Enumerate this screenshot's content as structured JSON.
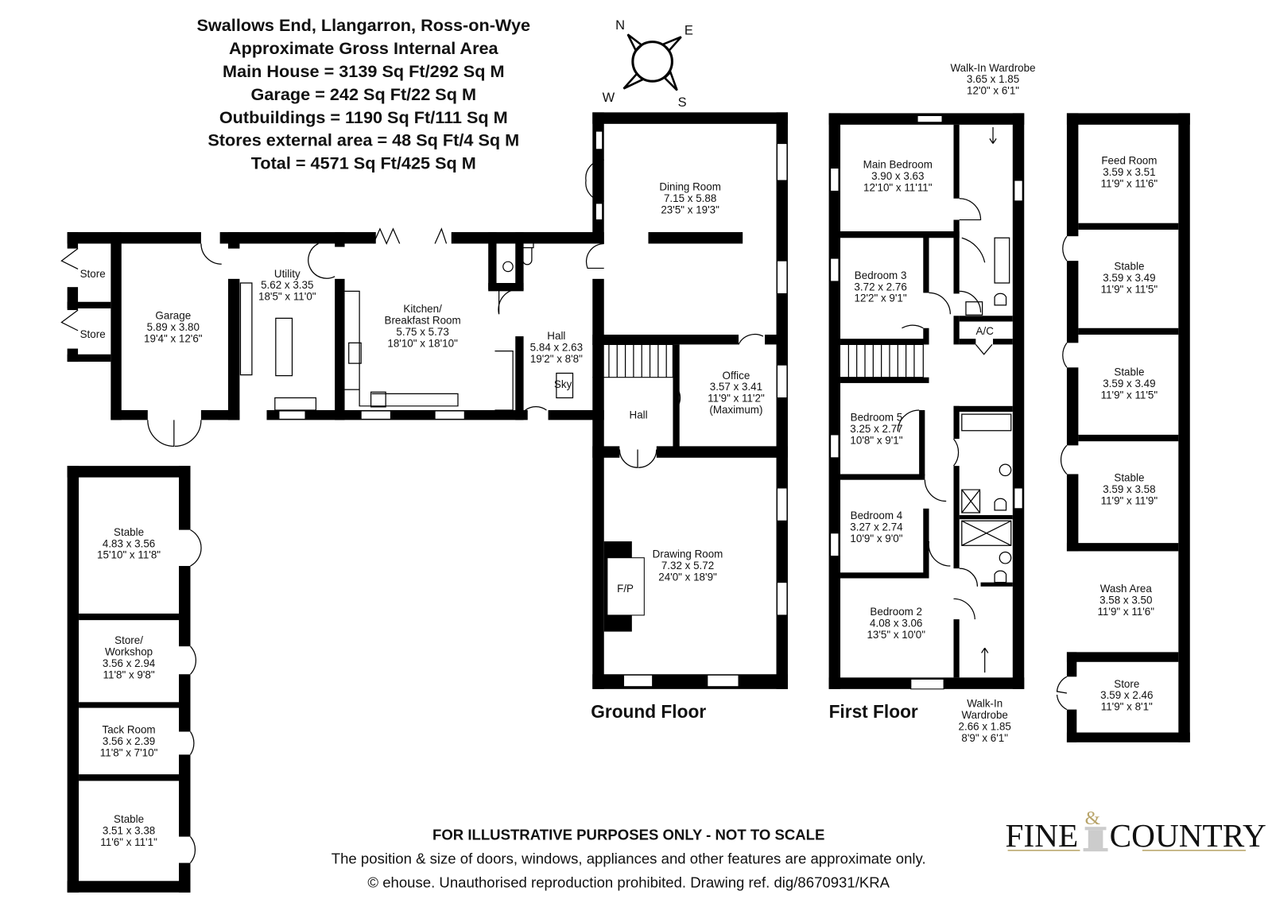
{
  "header": {
    "lines": [
      "Swallows End, Llangarron, Ross-on-Wye",
      "Approximate Gross Internal Area",
      "Main House = 3139 Sq Ft/292 Sq M",
      "Garage = 242 Sq Ft/22 Sq M",
      "Outbuildings = 1190 Sq Ft/111 Sq M",
      "Stores external area = 48 Sq Ft/4 Sq M",
      "Total = 4571 Sq Ft/425 Sq M"
    ]
  },
  "compass": {
    "n": "N",
    "e": "E",
    "w": "W",
    "s": "S",
    "icon": "compass-icon"
  },
  "rooms": [
    {
      "lines": [
        "Store"
      ]
    },
    {
      "lines": [
        "Store"
      ]
    },
    {
      "lines": [
        "Garage",
        "5.89 x 3.80",
        "19'4\" x 12'6\""
      ]
    },
    {
      "lines": [
        "Utility",
        "5.62 x 3.35",
        "18'5\" x 11'0\""
      ]
    },
    {
      "lines": [
        "Kitchen/",
        "Breakfast Room",
        "5.75 x 5.73",
        "18'10\" x 18'10\""
      ]
    },
    {
      "lines": [
        "Hall",
        "5.84 x 2.63",
        "19'2\" x 8'8\""
      ]
    },
    {
      "lines": [
        "Dining Room",
        "7.15 x 5.88",
        "23'5\" x 19'3\""
      ]
    },
    {
      "lines": [
        "Office",
        "3.57 x 3.41",
        "11'9\" x 11'2\"",
        "(Maximum)"
      ]
    },
    {
      "lines": [
        "Hall"
      ]
    },
    {
      "lines": [
        "Sky"
      ]
    },
    {
      "lines": [
        "Drawing Room",
        "7.32 x 5.72",
        "24'0\" x 18'9\""
      ]
    },
    {
      "lines": [
        "F/P"
      ]
    },
    {
      "lines": [
        "Main Bedroom",
        "3.90 x 3.63",
        "12'10\" x 11'11\""
      ]
    },
    {
      "lines": [
        "Walk-In Wardrobe",
        "3.65 x 1.85",
        "12'0\" x 6'1\""
      ]
    },
    {
      "lines": [
        "Bedroom 3",
        "3.72 x 2.76",
        "12'2\" x 9'1\""
      ]
    },
    {
      "lines": [
        "A/C"
      ]
    },
    {
      "lines": [
        "Bedroom 5",
        "3.25 x 2.77",
        "10'8\" x 9'1\""
      ]
    },
    {
      "lines": [
        "Bedroom 4",
        "3.27 x 2.74",
        "10'9\" x 9'0\""
      ]
    },
    {
      "lines": [
        "Bedroom 2",
        "4.08 x 3.06",
        "13'5\" x 10'0\""
      ]
    },
    {
      "lines": [
        "Walk-In",
        "Wardrobe",
        "2.66 x 1.85",
        "8'9\" x 6'1\""
      ]
    },
    {
      "lines": [
        "Feed Room",
        "3.59 x 3.51",
        "11'9\" x 11'6\""
      ]
    },
    {
      "lines": [
        "Stable",
        "3.59 x 3.49",
        "11'9\" x 11'5\""
      ]
    },
    {
      "lines": [
        "Stable",
        "3.59 x 3.49",
        "11'9\" x 11'5\""
      ]
    },
    {
      "lines": [
        "Stable",
        "3.59 x 3.58",
        "11'9\" x 11'9\""
      ]
    },
    {
      "lines": [
        "Wash Area",
        "3.58 x 3.50",
        "11'9\" x 11'6\""
      ]
    },
    {
      "lines": [
        "Store",
        "3.59 x 2.46",
        "11'9\" x 8'1\""
      ]
    },
    {
      "lines": [
        "Stable",
        "4.83 x 3.56",
        "15'10\" x 11'8\""
      ]
    },
    {
      "lines": [
        "Store/",
        "Workshop",
        "3.56 x 2.94",
        "11'8\" x 9'8\""
      ]
    },
    {
      "lines": [
        "Tack Room",
        "3.56 x 2.39",
        "11'8\" x 7'10\""
      ]
    },
    {
      "lines": [
        "Stable",
        "3.51 x 3.38",
        "11'6\" x 11'1\""
      ]
    }
  ],
  "floor_labels": {
    "ground": "Ground Floor",
    "first": "First Floor"
  },
  "footer": {
    "disclaimer": "FOR ILLUSTRATIVE PURPOSES ONLY - NOT TO SCALE",
    "note": "The position & size of doors, windows, appliances and other features are approximate only.",
    "copyright": "© ehouse. Unauthorised reproduction prohibited. Drawing ref. dig/8670931/KRA"
  },
  "logo": {
    "left": "FINE",
    "amp": "&",
    "right": "COUNTRY",
    "accent": "#b8a46a"
  }
}
